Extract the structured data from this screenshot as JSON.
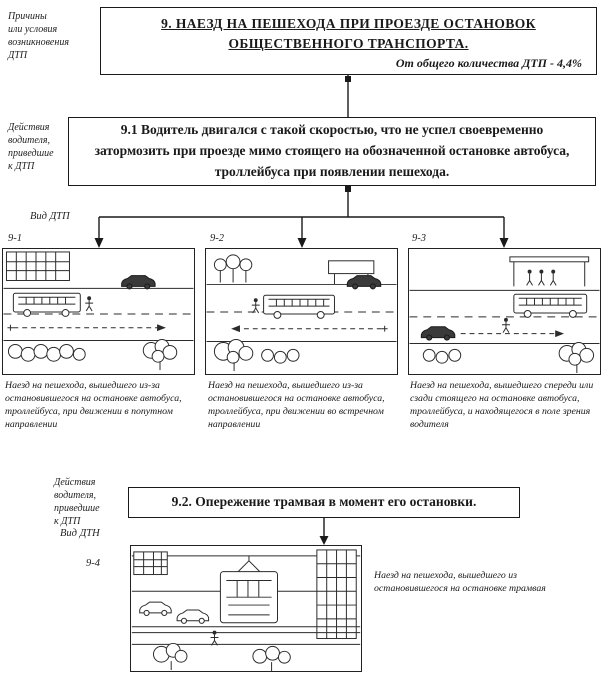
{
  "labels": {
    "causes": "Причины\nили условия\nвозникновения\nДТП",
    "driver_actions_1": "Действия\nводителя,\nприведшие\nк ДТП",
    "accident_type_1": "Вид ДТП",
    "driver_actions_2": "Действия\nводителя,\nприведшие\nк ДТП",
    "accident_type_2": "Вид ДТН"
  },
  "header": {
    "title": "9. НАЕЗД НА ПЕШЕХОДА ПРИ ПРОЕЗДЕ ОСТАНОВОК\nОБЩЕСТВЕННОГО ТРАНСПОРТА.",
    "subtitle": "От общего количества ДТП - 4,4%"
  },
  "cause_9_1": {
    "text": "9.1 Водитель двигался с такой скоростью, что не успел своевременно затормозить при проезде мимо стоящего на обозначенной остановке автобуса, троллейбуса при появлении пешехода."
  },
  "cause_9_2": {
    "text": "9.2. Опережение трамвая в момент его остановки."
  },
  "panels": [
    {
      "id": "9-1",
      "caption": "Наезд на пешехода, вышедшего из-за остановившегося на остановке автобуса, троллейбуса, при движении в попутном направлении"
    },
    {
      "id": "9-2",
      "caption": "Наезд на пешехода, вышедшего из-за остановившегося на остановке автобуса, троллейбуса, при движении во встречном направлении"
    },
    {
      "id": "9-3",
      "caption": "Наезд на пешехода, вышедшего спереди или сзади стоящего на остановке автобуса, троллейбуса, и находящегося в поле зрения водителя"
    }
  ],
  "panel_9_4": {
    "id": "9-4",
    "caption": "Наезд на пешехода, вышедшего из остановившегося на остановке трамвая"
  },
  "colors": {
    "ink": "#1a1a1a",
    "paper": "#ffffff"
  }
}
